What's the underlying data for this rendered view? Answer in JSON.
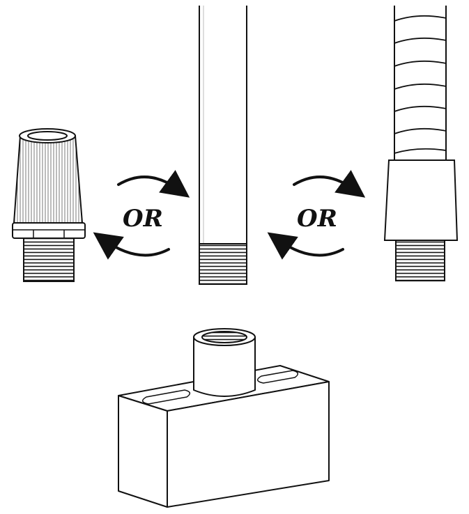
{
  "diagram": {
    "options": [
      {
        "id": "cone-adapter",
        "icon": "ribbed-cone-adapter-icon"
      },
      {
        "id": "straight-pipe",
        "icon": "straight-threaded-pipe-icon"
      },
      {
        "id": "flexible-gooseneck",
        "icon": "flexible-gooseneck-arm-icon"
      }
    ],
    "connectors": [
      {
        "between": [
          "cone-adapter",
          "straight-pipe"
        ],
        "label": "OR"
      },
      {
        "between": [
          "straight-pipe",
          "flexible-gooseneck"
        ],
        "label": "OR"
      }
    ],
    "base": {
      "icon": "threaded-base-block-icon"
    },
    "line_color": "#111111",
    "background": "#ffffff"
  }
}
